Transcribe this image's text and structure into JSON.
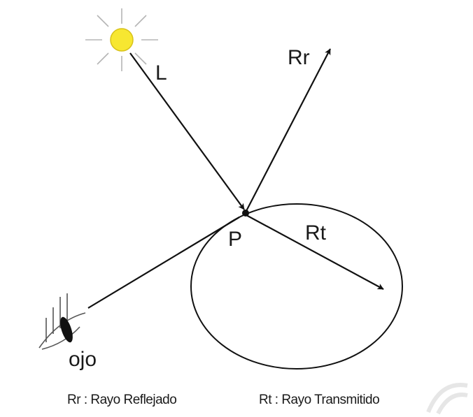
{
  "labels": {
    "light": "L",
    "reflected": "Rr",
    "transmitted": "Rt",
    "point": "P",
    "eye": "ojo"
  },
  "legend": {
    "reflected": "Rr : Rayo Reflejado",
    "transmitted": "Rt : Rayo Transmitido"
  },
  "colors": {
    "sun": "#f7e731",
    "sun_outline": "#d8c21a",
    "ink": "#111111",
    "sun_rays": "#b5b5b5"
  },
  "icons": {
    "light_source": "sun-icon",
    "observer": "eye-icon"
  }
}
